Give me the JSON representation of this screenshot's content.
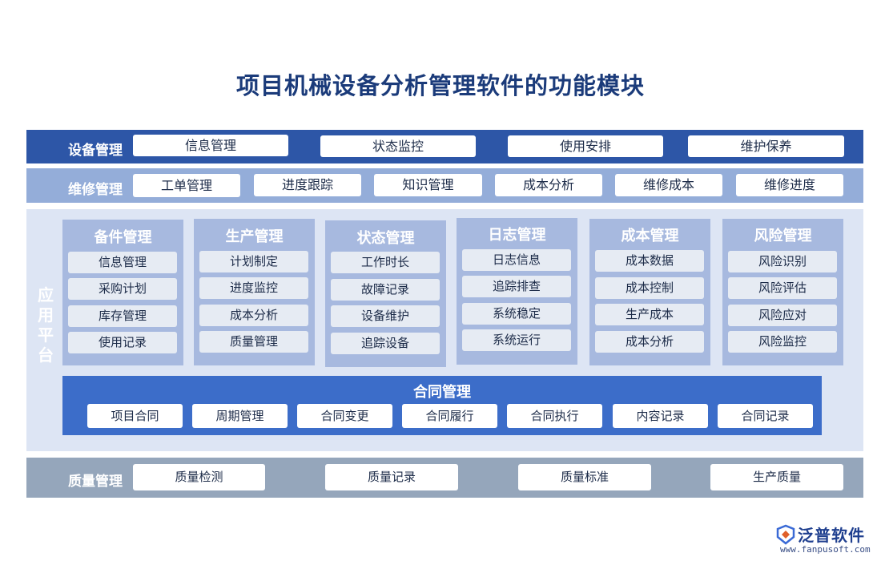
{
  "title": "项目机械设备分析管理软件的功能模块",
  "equipment": {
    "label": "设备管理",
    "items": [
      "信息管理",
      "状态监控",
      "使用安排",
      "维护保养"
    ]
  },
  "maintenance": {
    "label": "维修管理",
    "items": [
      "工单管理",
      "进度跟踪",
      "知识管理",
      "成本分析",
      "维修成本",
      "维修进度"
    ]
  },
  "app_platform": {
    "label": "应用平台",
    "label_chars": [
      "应",
      "用",
      "平",
      "台"
    ],
    "modules": [
      {
        "title": "备件管理",
        "items": [
          "信息管理",
          "采购计划",
          "库存管理",
          "使用记录"
        ]
      },
      {
        "title": "生产管理",
        "items": [
          "计划制定",
          "进度监控",
          "成本分析",
          "质量管理"
        ]
      },
      {
        "title": "状态管理",
        "items": [
          "工作时长",
          "故障记录",
          "设备维护",
          "追踪设备"
        ]
      },
      {
        "title": "日志管理",
        "items": [
          "日志信息",
          "追踪排查",
          "系统稳定",
          "系统运行"
        ]
      },
      {
        "title": "成本管理",
        "items": [
          "成本数据",
          "成本控制",
          "生产成本",
          "成本分析"
        ]
      },
      {
        "title": "风险管理",
        "items": [
          "风险识别",
          "风险评估",
          "风险应对",
          "风险监控"
        ]
      }
    ],
    "contract": {
      "title": "合同管理",
      "items": [
        "项目合同",
        "周期管理",
        "合同变更",
        "合同履行",
        "合同执行",
        "内容记录",
        "合同记录"
      ]
    }
  },
  "quality": {
    "label": "质量管理",
    "items": [
      "质量检测",
      "质量记录",
      "质量标准",
      "生产质量"
    ]
  },
  "logo": {
    "name": "泛普软件",
    "url": "www.fanpusoft.com"
  },
  "colors": {
    "equipment_band": "#2d56a7",
    "maintenance_band": "#94add9",
    "app_band": "#dde5f4",
    "module_card": "#a7b9df",
    "contract_band": "#3c6dc9",
    "quality_band": "#95a6bb",
    "title": "#1b3b7a"
  }
}
